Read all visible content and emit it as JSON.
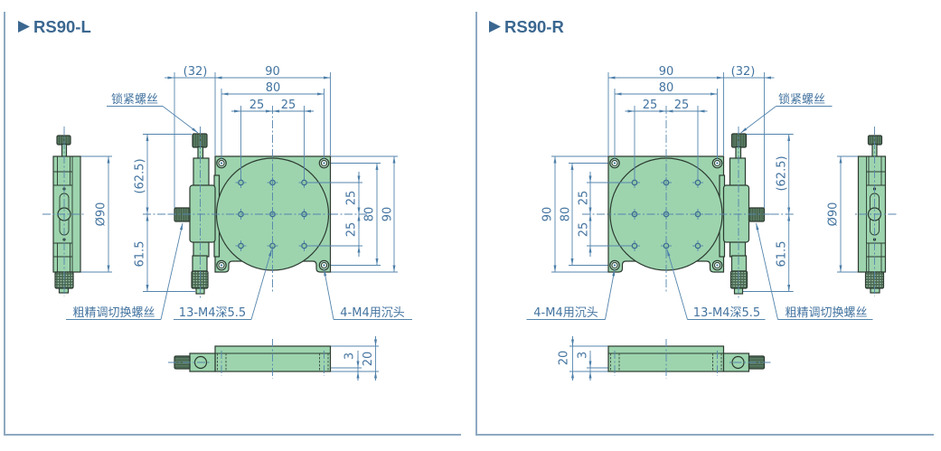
{
  "panels": {
    "left": {
      "title": "RS90-L",
      "title_icon": "triangle-right-icon",
      "dimensions": {
        "knob_offset": "(32)",
        "base_width": "90",
        "hole_span_x": "80",
        "pitch_x_1": "25",
        "pitch_x_2": "25",
        "pitch_y_1": "25",
        "pitch_y_2": "25",
        "hole_span_y": "80",
        "base_depth": "90",
        "upper_height": "(62.5)",
        "lower_height": "61.5",
        "table_diameter": "Ø90",
        "top_thickness": "3",
        "total_height": "20"
      },
      "callouts": {
        "lock_screw": "锁紧螺丝",
        "coarse_fine_switch_screw": "粗精调切换螺丝",
        "tapped_holes": "13-M4深5.5",
        "counterbore_holes": "4-M4用沉头"
      }
    },
    "right": {
      "title": "RS90-R",
      "title_icon": "triangle-right-icon",
      "dimensions": {
        "knob_offset": "(32)",
        "base_width": "90",
        "hole_span_x": "80",
        "pitch_x_1": "25",
        "pitch_x_2": "25",
        "pitch_y_1": "25",
        "pitch_y_2": "25",
        "hole_span_y": "80",
        "base_depth": "90",
        "upper_height": "(62.5)",
        "lower_height": "61.5",
        "table_diameter": "Ø90",
        "top_thickness": "3",
        "total_height": "20"
      },
      "callouts": {
        "lock_screw": "锁紧螺丝",
        "coarse_fine_switch_screw": "粗精调切换螺丝",
        "tapped_holes": "13-M4深5.5",
        "counterbore_holes": "4-M4用沉头"
      }
    }
  },
  "colors": {
    "accent": "#3b6790",
    "part_fill": "#9dd4ae",
    "dimension_line": "#5585ad",
    "dimension_text": "#4474a0",
    "frame": "#8ea9c1"
  }
}
